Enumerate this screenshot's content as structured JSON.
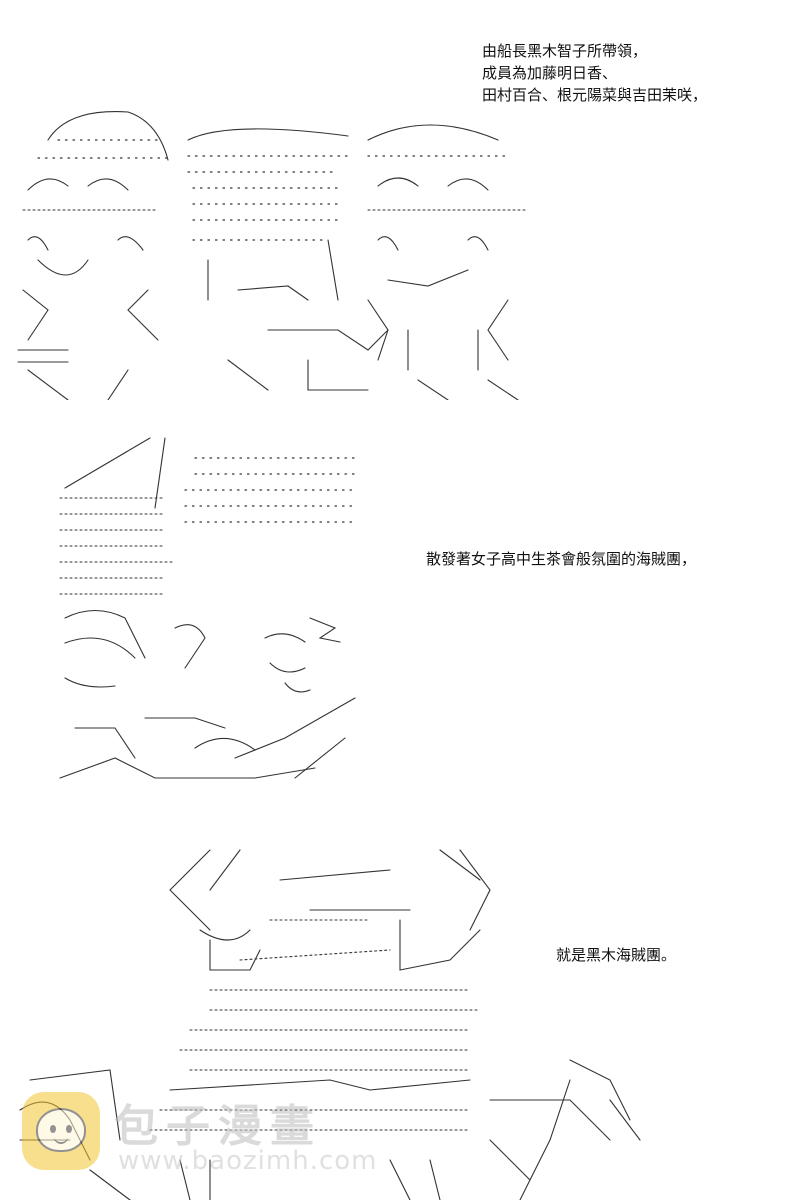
{
  "captions": [
    {
      "lines": [
        "由船長黑木智子所帶領，",
        "成員為加藤明日香、",
        "田村百合、根元陽菜與吉田茉咲，"
      ]
    },
    {
      "lines": [
        "散發著女子高中生茶會般氛圍的海賊團，"
      ]
    },
    {
      "lines": [
        "就是黑木海賊團。"
      ]
    }
  ],
  "watermark": {
    "title": "包子漫畫",
    "url": "www.baozimh.com",
    "logo_icon": "bun-mascot-icon",
    "logo_color": "#f4c531"
  }
}
